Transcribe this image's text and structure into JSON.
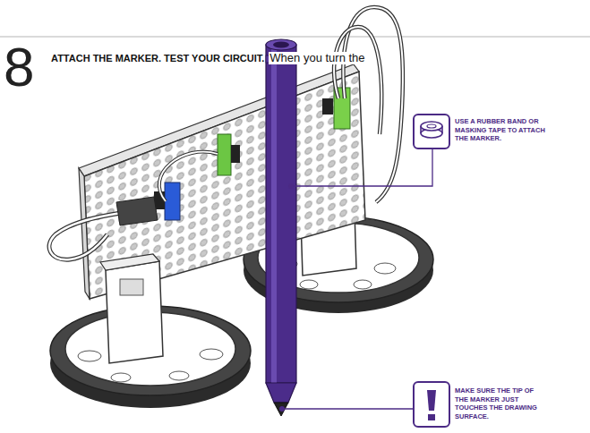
{
  "diagram": {
    "title": "ATTACH THE MARKER. TEST YOUR CIRCUIT.",
    "labels": [
      "8",
      "When you turn the",
      "USE A RUBBER BAND OR MASKING TAPE TO ATTACH THE MARKER.",
      "MAKE SURE THE TIP OF THE MARKER JUST TOUCHES THE DRAWING SURFACE."
    ]
  }
}
